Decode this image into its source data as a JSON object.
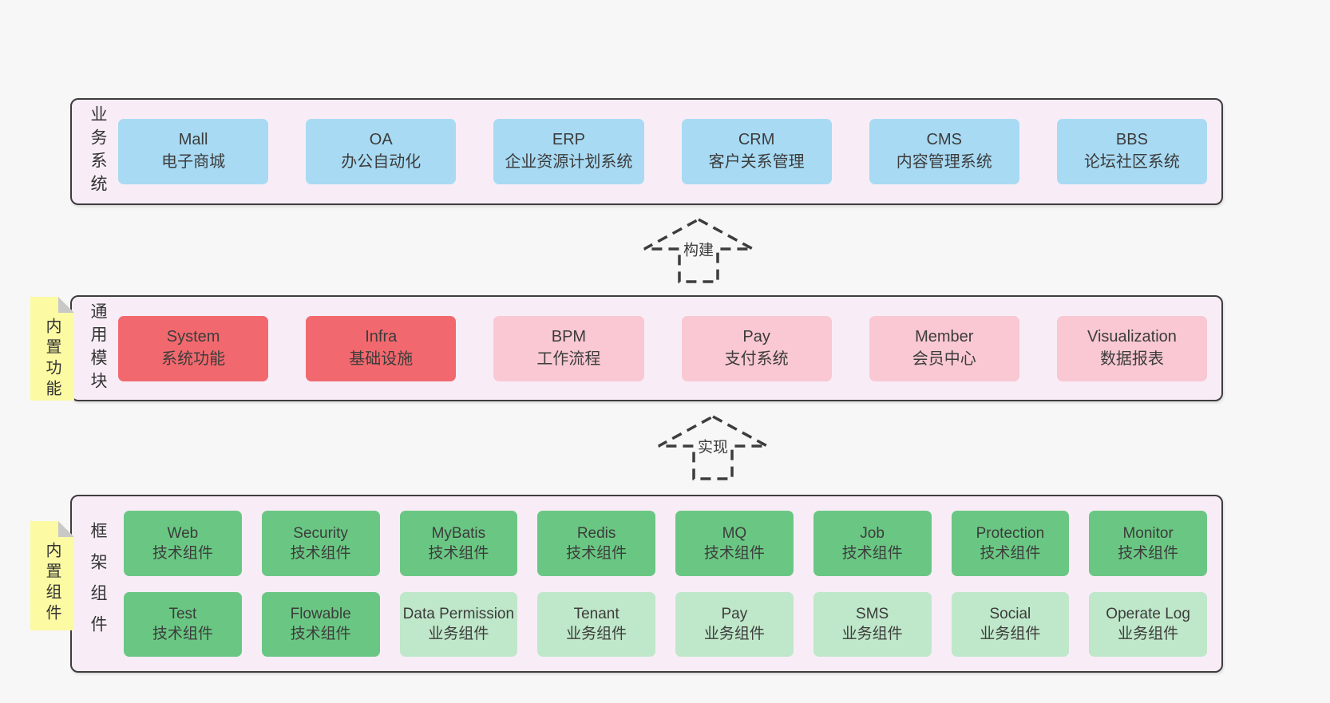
{
  "palette": {
    "blue": "#a8daf3",
    "red": "#f1696e",
    "pink": "#f9c8d2",
    "green": "#6ac783",
    "lightgreen": "#bfe7c9",
    "sticky_yellow": "#fcfaa3",
    "fold_gray": "#c8c8c8",
    "layer_background": "#f8edf7",
    "layer_border": "#3d3d3d",
    "text": "#3c3c3c"
  },
  "layers": [
    {
      "label": "业务系统",
      "boxes": [
        {
          "title": "Mall",
          "subtitle": "电子商城",
          "color": "blue"
        },
        {
          "title": "OA",
          "subtitle": "办公自动化",
          "color": "blue"
        },
        {
          "title": "ERP",
          "subtitle": "企业资源计划系统",
          "color": "blue"
        },
        {
          "title": "CRM",
          "subtitle": "客户关系管理",
          "color": "blue"
        },
        {
          "title": "CMS",
          "subtitle": "内容管理系统",
          "color": "blue"
        },
        {
          "title": "BBS",
          "subtitle": "论坛社区系统",
          "color": "blue"
        }
      ]
    },
    {
      "label": "通用模块",
      "boxes": [
        {
          "title": "System",
          "subtitle": "系统功能",
          "color": "red"
        },
        {
          "title": "Infra",
          "subtitle": "基础设施",
          "color": "red"
        },
        {
          "title": "BPM",
          "subtitle": "工作流程",
          "color": "pink"
        },
        {
          "title": "Pay",
          "subtitle": "支付系统",
          "color": "pink"
        },
        {
          "title": "Member",
          "subtitle": "会员中心",
          "color": "pink"
        },
        {
          "title": "Visualization",
          "subtitle": "数据报表",
          "color": "pink"
        }
      ]
    },
    {
      "label": "框架组件",
      "boxes": [
        {
          "title": "Web",
          "subtitle": "技术组件",
          "color": "green"
        },
        {
          "title": "Security",
          "subtitle": "技术组件",
          "color": "green"
        },
        {
          "title": "MyBatis",
          "subtitle": "技术组件",
          "color": "green"
        },
        {
          "title": "Redis",
          "subtitle": "技术组件",
          "color": "green"
        },
        {
          "title": "MQ",
          "subtitle": "技术组件",
          "color": "green"
        },
        {
          "title": "Job",
          "subtitle": "技术组件",
          "color": "green"
        },
        {
          "title": "Protection",
          "subtitle": "技术组件",
          "color": "green"
        },
        {
          "title": "Monitor",
          "subtitle": "技术组件",
          "color": "green"
        },
        {
          "title": "Test",
          "subtitle": "技术组件",
          "color": "green"
        },
        {
          "title": "Flowable",
          "subtitle": "技术组件",
          "color": "green"
        },
        {
          "title": "Data Permission",
          "subtitle": "业务组件",
          "color": "lightgreen"
        },
        {
          "title": "Tenant",
          "subtitle": "业务组件",
          "color": "lightgreen"
        },
        {
          "title": "Pay",
          "subtitle": "业务组件",
          "color": "lightgreen"
        },
        {
          "title": "SMS",
          "subtitle": "业务组件",
          "color": "lightgreen"
        },
        {
          "title": "Social",
          "subtitle": "业务组件",
          "color": "lightgreen"
        },
        {
          "title": "Operate Log",
          "subtitle": "业务组件",
          "color": "lightgreen"
        }
      ]
    }
  ],
  "arrows": [
    {
      "label": "构建"
    },
    {
      "label": "实现"
    }
  ],
  "stickies": [
    {
      "label": "内置功能"
    },
    {
      "label": "内置组件"
    }
  ]
}
